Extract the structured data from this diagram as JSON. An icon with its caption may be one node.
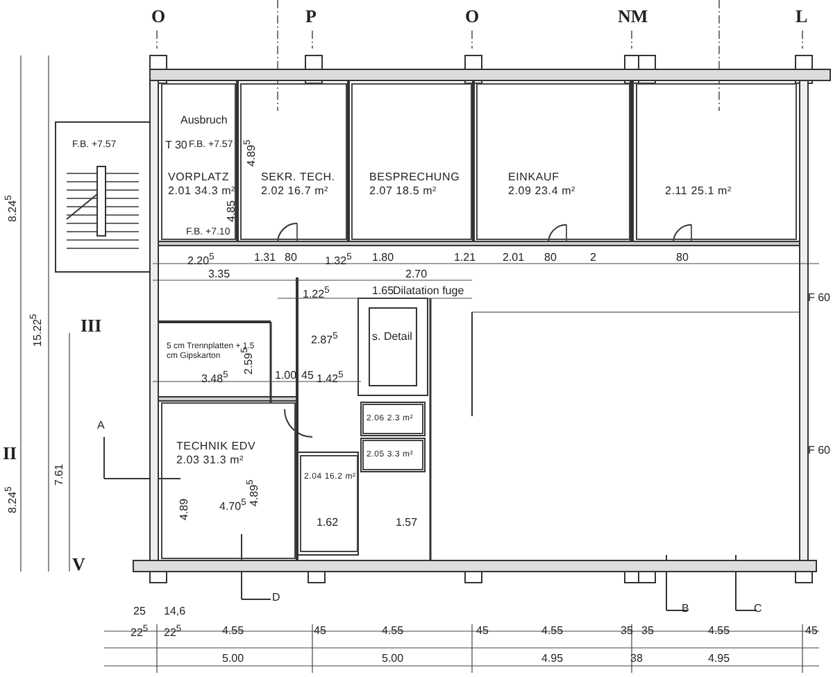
{
  "diagram": {
    "nodes": [
      {
        "text": [
          "VORPLATZ",
          "2.01 34.3 m²"
        ]
      },
      {
        "text": [
          "SEKR. TECH.",
          "2.02 16.7 m²"
        ]
      },
      {
        "text": [
          "BESPRECHUNG",
          "2.07 18.5 m²"
        ]
      },
      {
        "text": [
          "EINKAUF",
          "2.09 23.4 m²"
        ]
      },
      {
        "text": [
          "2.11 25.1 m²"
        ]
      },
      {
        "text": [
          "TECHNIK EDV",
          "2.03 31.3 m²"
        ]
      },
      {
        "text": [
          "2.04 16.2 m²"
        ]
      },
      {
        "text": [
          "2.06 2.3 m²"
        ]
      },
      {
        "text": [
          "2.05 3.3 m²"
        ]
      }
    ],
    "labels": [
      "O",
      "P",
      "O",
      "NM",
      "L",
      "Ausbruch",
      "F.B. +7.57",
      "T 30",
      "F.B. +7.57",
      "F.B. +7.10",
      "III",
      "II",
      "V",
      "A",
      "D",
      "B",
      "C",
      "8.24$^{5}$",
      "15.22$^{5}$",
      "8.24$^{5}$",
      "7.61",
      "4.89$^{5}$",
      "4.85",
      "2.20$^{5}$",
      "1.31",
      "80",
      "1.32$^{5}$",
      "1.80",
      "1.21",
      "2.01",
      "80",
      "2",
      "80",
      "3.35",
      "2.70",
      "1.22$^{5}$",
      "1.65",
      "Dilatation fuge",
      "5 cm Trennplatten + 1.5 cm Gipskarton",
      "3.48$^{5}$",
      "2.59$^{5}$",
      "1.00",
      "45",
      "1.42$^{5}$",
      "2.87$^{5}$",
      "s. Detail",
      "4.70$^{5}$",
      "4.89$^{5}$",
      "4.89",
      "1.62",
      "1.57",
      "F 60",
      "F 60",
      "4.55",
      "45",
      "4.55",
      "45",
      "4.55",
      "35",
      "35",
      "4.55",
      "45",
      "5.00",
      "5.00",
      "4.95",
      "38",
      "4.95",
      "25",
      "14,6",
      "22$^{5}$",
      "22$^{5}$"
    ]
  }
}
